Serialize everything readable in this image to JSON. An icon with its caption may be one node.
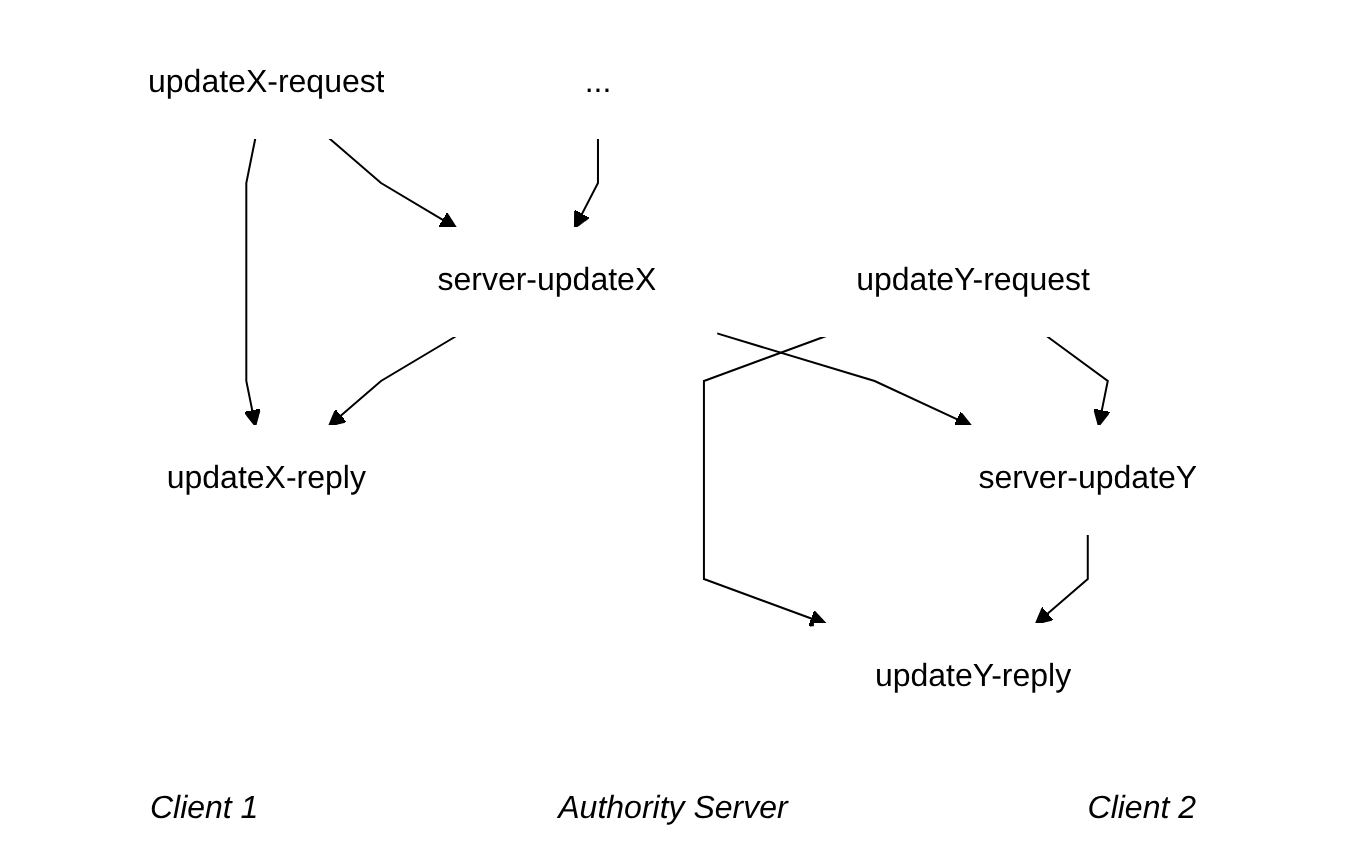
{
  "diagram": {
    "nodes": [
      {
        "text": [
          "updateX-request"
        ]
      },
      {
        "text": [
          "updateX-reply"
        ]
      },
      {
        "text": [
          "..."
        ]
      },
      {
        "text": [
          "server-updateX"
        ]
      },
      {
        "text": [
          "server-updateY"
        ]
      },
      {
        "text": [
          "updateY-request"
        ]
      },
      {
        "text": [
          "updateY-reply"
        ]
      }
    ],
    "edges": [
      {
        "from": 0,
        "to": 3,
        "arrow": "to"
      },
      {
        "from": 0,
        "to": 1,
        "arrow": "to"
      },
      {
        "from": 3,
        "to": 1,
        "arrow": "to"
      },
      {
        "from": 2,
        "to": 3,
        "arrow": "to"
      },
      {
        "from": 3,
        "to": 4,
        "arrow": "to"
      },
      {
        "from": 5,
        "to": 4,
        "arrow": "to"
      },
      {
        "from": 5,
        "to": 6,
        "arrow": "to"
      },
      {
        "from": 4,
        "to": 6,
        "arrow": "to"
      }
    ],
    "labels": [
      "Client 1",
      "Authority Server",
      "Client 2"
    ]
  }
}
